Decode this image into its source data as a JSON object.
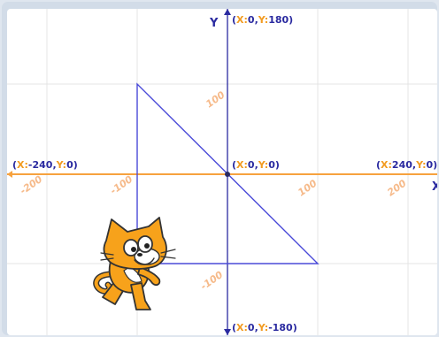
{
  "stage": {
    "axis_y_title": "Y",
    "axis_x_title": "X",
    "coords": {
      "top": {
        "open": "(",
        "x_key": "X:",
        "x_val": "0",
        "comma": ",",
        "y_key": "Y:",
        "y_val": "180",
        "close": ")"
      },
      "left": {
        "open": "(",
        "x_key": "X:",
        "x_val": "-240",
        "comma": ",",
        "y_key": "Y:",
        "y_val": "0",
        "close": ")"
      },
      "center": {
        "open": "(",
        "x_key": "X:",
        "x_val": "0",
        "comma": ",",
        "y_key": "Y:",
        "y_val": "0",
        "close": ")"
      },
      "right": {
        "open": "(",
        "x_key": "X:",
        "x_val": "240",
        "comma": ",",
        "y_key": "Y:",
        "y_val": "0",
        "close": ")"
      },
      "bottom": {
        "open": "(",
        "x_key": "X:",
        "x_val": "0",
        "comma": ",",
        "y_key": "Y:",
        "y_val": "-180",
        "close": ")"
      }
    },
    "ticks": {
      "x_neg200": "-200",
      "x_neg100": "-100",
      "x_100": "100",
      "x_200": "200",
      "y_100": "100",
      "y_neg100": "-100"
    },
    "colors": {
      "x_axis": "#f7a23e",
      "y_axis": "#2a2aa0",
      "triangle": "#4a4ad8",
      "grid": "#e4e4e4",
      "coord_key": "#f29b20",
      "coord_val": "#2a2aa0",
      "tick": "#f6ba8a"
    },
    "sprite": {
      "name": "cat-sprite"
    }
  }
}
